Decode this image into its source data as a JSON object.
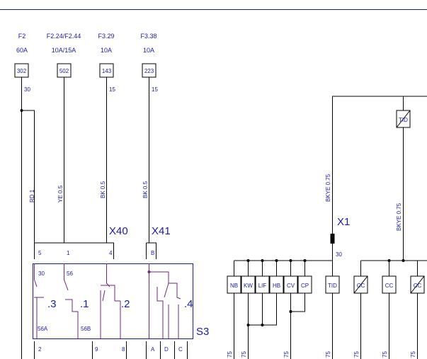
{
  "fuses": [
    {
      "label": "F2",
      "rating": "60A",
      "id": "302",
      "pin": "30"
    },
    {
      "label": "F2.24/F2.44",
      "rating": "10A/15A",
      "id": "502",
      "pin": ""
    },
    {
      "label": "F3.29",
      "rating": "10A",
      "id": "143",
      "pin": "15"
    },
    {
      "label": "F3.38",
      "rating": "10A",
      "id": "223",
      "pin": "15"
    }
  ],
  "wire_labels": [
    "RD 1",
    "YE 0.5",
    "BK 0.5",
    "BK 0.5",
    "BKYE 0.75",
    "BKYE 0.75"
  ],
  "connectors": {
    "x40": "X40",
    "x41": "X41",
    "x1": "X1",
    "x1_pin": "30"
  },
  "switch": {
    "name": "S3",
    "top_pins": [
      "5",
      "1",
      "4",
      "B"
    ],
    "inner_top": [
      "30",
      "56"
    ],
    "contacts": [
      ".3",
      ".1",
      ".2",
      ".4"
    ],
    "inner_bottom": [
      "56A",
      "56B"
    ],
    "bottom_pins": [
      "2",
      "9",
      "8",
      "A",
      "D",
      "C"
    ]
  },
  "modules": [
    "NB",
    "KW",
    "LIF",
    "HB",
    "CV",
    "CP",
    "TID",
    "CC",
    "CC",
    "CC"
  ],
  "tid_top": "TID",
  "bottom_numbers": [
    "75",
    "75",
    "75",
    "75",
    "75",
    "75",
    "75"
  ]
}
